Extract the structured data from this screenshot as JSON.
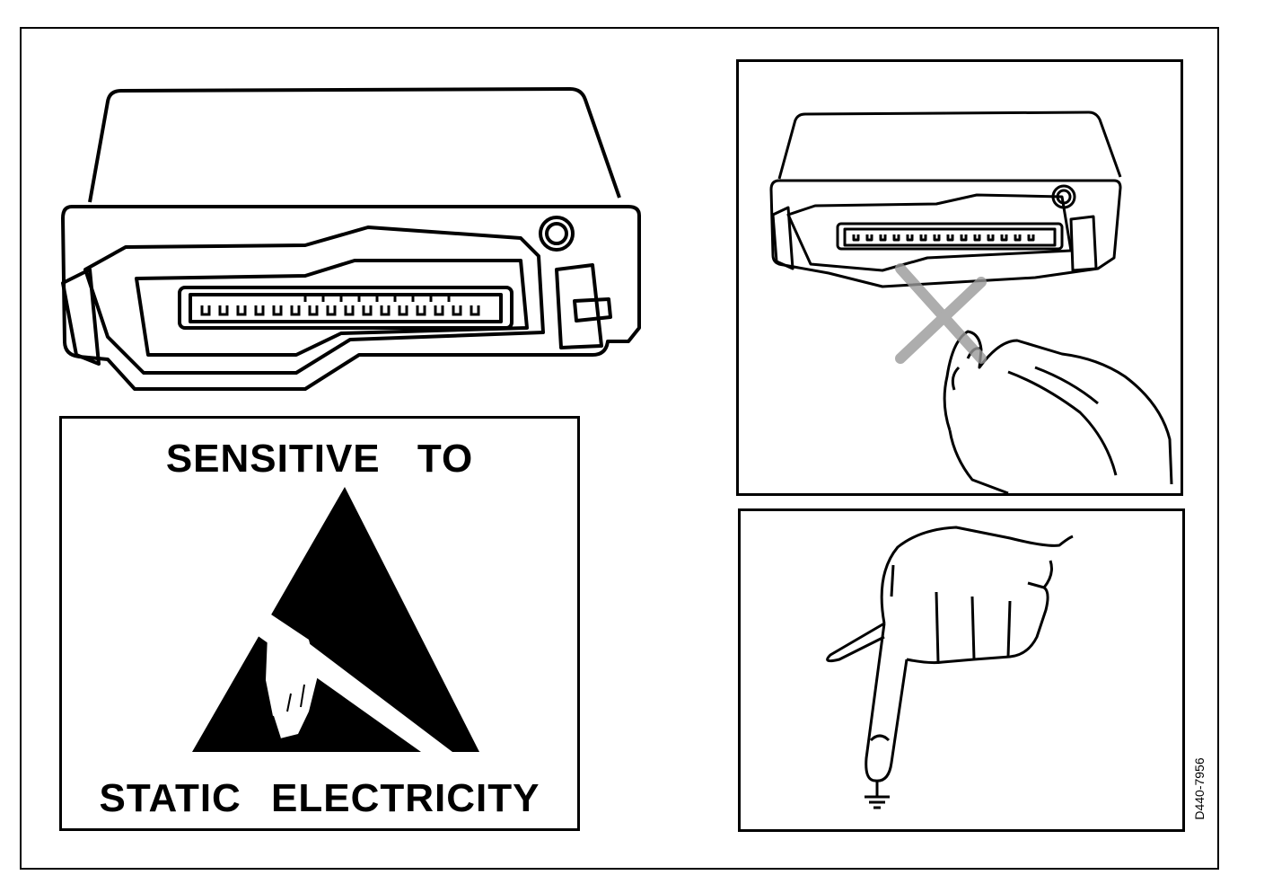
{
  "warning_label": {
    "top_text": "SENSITIVE TO",
    "bottom_text": "STATIC ELECTRICITY"
  },
  "reference_code": "D440-7956",
  "icons": {
    "esd": "esd-warning-icon",
    "prohibited": "prohibited-x-icon",
    "ground": "ground-symbol-icon"
  },
  "colors": {
    "ink": "#000000",
    "paper": "#ffffff",
    "prohibited_mark": "#999999"
  }
}
